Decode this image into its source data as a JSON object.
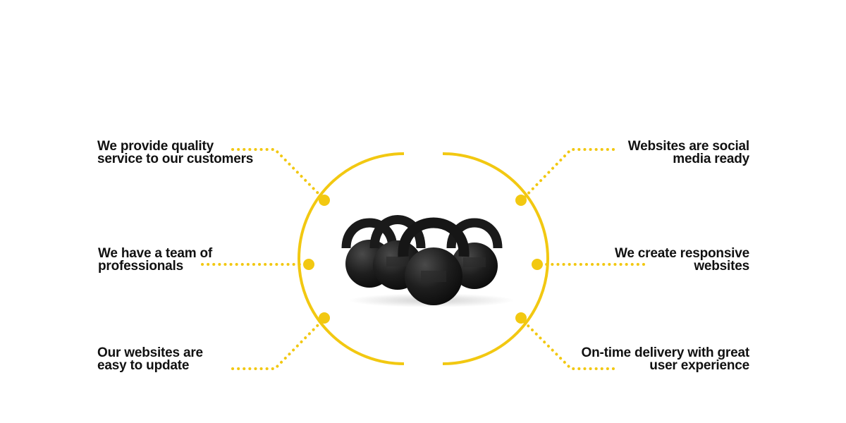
{
  "accent_color": "#f2c811",
  "center_image": {
    "icon": "kettlebells-icon",
    "count": 4,
    "color": "#1c1c1c"
  },
  "features_left": [
    {
      "line1": "We provide quality",
      "line2": "service to our customers"
    },
    {
      "line1": "We have a team of",
      "line2": "professionals"
    },
    {
      "line1": "Our websites are",
      "line2": "easy to update"
    }
  ],
  "features_right": [
    {
      "line1": "Websites are social",
      "line2": "media ready"
    },
    {
      "line1": "We create responsive",
      "line2": "websites"
    },
    {
      "line1": "On-time delivery with great",
      "line2": "user experience"
    }
  ]
}
